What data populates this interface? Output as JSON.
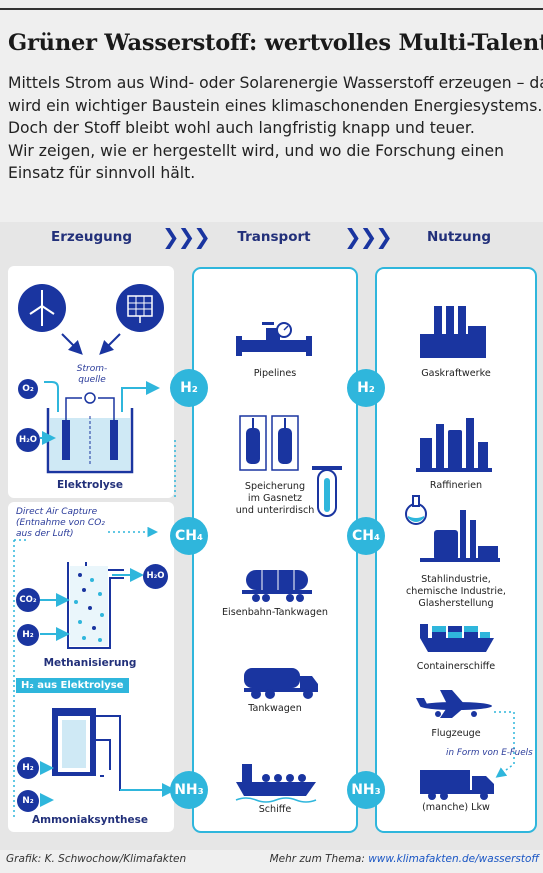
{
  "title": "Grüner Wasserstoff: wertvolles Multi-Talent",
  "intro_lines": [
    "Mittels Strom aus Wind- oder Solarenergie Wasserstoff erzeugen – das",
    "wird ein wichtiger Baustein eines klimaschonenden Energiesystems.",
    "Doch der Stoff bleibt wohl auch langfristig knapp und teuer.",
    "Wir zeigen, wie er hergestellt wird, und wo die Forschung einen",
    "Einsatz für sinnvoll hält."
  ],
  "headers": {
    "erzeugung": "Erzeugung",
    "transport": "Transport",
    "nutzung": "Nutzung",
    "chevron": "❯❯❯"
  },
  "erzeugung": {
    "strom_line1": "Strom-",
    "strom_line2": "quelle",
    "o2": "O₂",
    "h2o_in": "H₂O",
    "elektrolyse": "Elektrolyse",
    "dac_line1": "Direct Air Capture",
    "dac_line2": "(Entnahme von CO₂",
    "dac_line3": "aus der Luft)",
    "h2o_out": "H₂O",
    "co2": "CO₂",
    "h2_in": "H₂",
    "methanisierung": "Methanisierung",
    "h2_tag": "H₂ aus Elektrolyse",
    "h2_amm": "H₂",
    "n2": "N₂",
    "ammoniak": "Ammoniaksynthese"
  },
  "bubbles": {
    "h2": "H₂",
    "ch4": "CH₄",
    "nh3": "NH₃"
  },
  "transport": {
    "pipelines": "Pipelines",
    "speicher_1": "Speicherung",
    "speicher_2": "im Gasnetz",
    "speicher_3": "und unterirdisch",
    "eisenbahn": "Eisenbahn-Tankwagen",
    "tankwagen": "Tankwagen",
    "schiffe": "Schiffe"
  },
  "nutzung": {
    "gaskraftwerke": "Gaskraftwerke",
    "raffinerien": "Raffinerien",
    "stahl_1": "Stahlindustrie,",
    "stahl_2": "chemische Industrie,",
    "stahl_3": "Glasherstellung",
    "container": "Containerschiffe",
    "flugzeuge": "Flugzeuge",
    "efuels": "in Form von E-Fuels",
    "lkw": "(manche) Lkw"
  },
  "footer": {
    "credit": "Grafik: K. Schwochow/Klimafakten",
    "more": "Mehr zum Thema: ",
    "link": "www.klimafakten.de/wasserstoff"
  },
  "colors": {
    "dark_blue": "#1a35a0",
    "cyan": "#2fb6dc",
    "navy_text": "#22307a"
  }
}
